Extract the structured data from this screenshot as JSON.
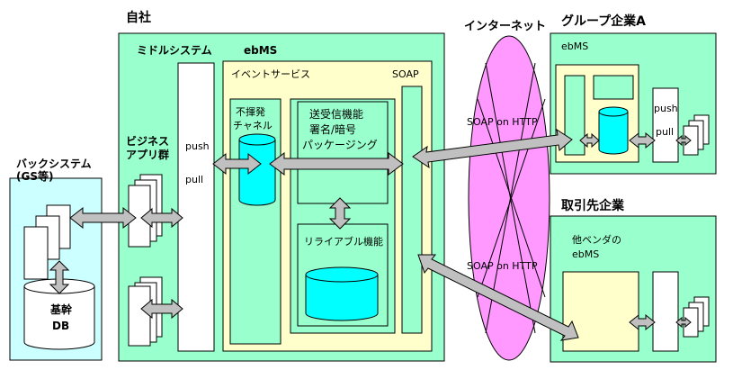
{
  "labels": {
    "company": "自社",
    "middle_system": "ミドルシステム",
    "ebms_main": "ebMS",
    "event_service": "イベントサービス",
    "soap": "SOAP",
    "non_volatile_1": "不揮発",
    "non_volatile_2": "チャネル",
    "send_recv_1": "送受信機能",
    "send_recv_2": "署名/暗号",
    "send_recv_3": "パッケージング",
    "reliable": "リライアブル機能",
    "business_app_1": "ビジネス",
    "business_app_2": "アプリ群",
    "push": "push",
    "pull": "pull",
    "backend_system_1": "バックシステム",
    "backend_system_2": "(GS等)",
    "core_db_1": "基幹",
    "core_db_2": "DB",
    "internet": "インターネット",
    "soap_http_top": "SOAP on HTTP",
    "soap_http_bottom": "SOAP on HTTP",
    "group_company": "グループ企業A",
    "group_ebms": "ebMS",
    "group_push": "push",
    "group_pull": "pull",
    "partner": "取引先企業",
    "partner_vendor_1": "他ベンダの",
    "partner_vendor_2": "ebMS"
  },
  "colors": {
    "green": "#99ffcc",
    "cream": "#ffffcc",
    "cyan": "#00ffff",
    "lightcyan": "#ccffff",
    "magenta": "#ff99ff",
    "arrow": "#c0c0c0"
  }
}
